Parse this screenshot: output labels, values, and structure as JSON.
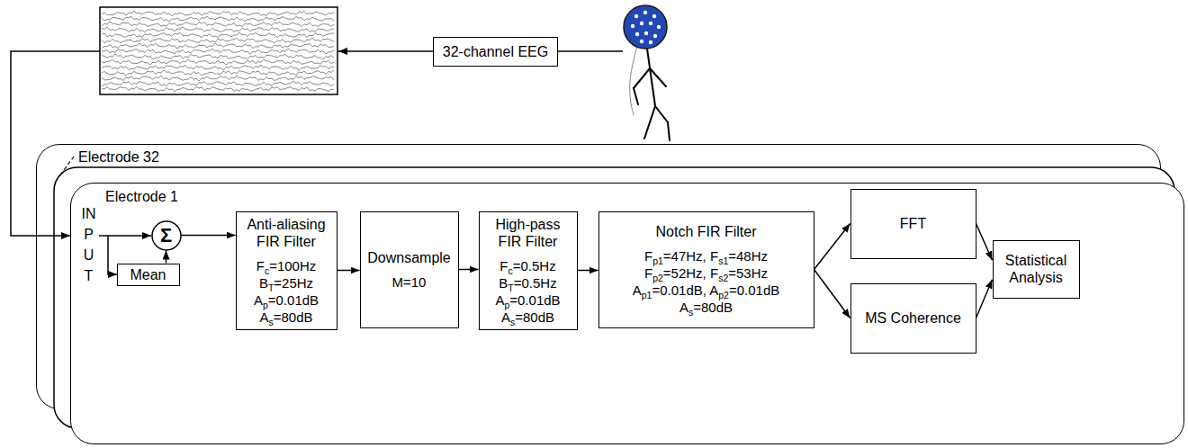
{
  "diagram": {
    "nodes": [
      {
        "text": [
          "32-channel EEG"
        ]
      },
      {
        "text": [
          "Electrode 32"
        ]
      },
      {
        "text": [
          "Electrode 1"
        ]
      },
      {
        "text": [
          "Σ"
        ],
        "in": 2
      },
      {
        "text": [
          "Mean"
        ],
        "in": 2
      },
      {
        "text": [
          "Anti-aliasing FIR Filter",
          "Fc=100Hz",
          "BT=25Hz",
          "Ap=0.01dB",
          "As=80dB"
        ],
        "in": 2
      },
      {
        "text": [
          "Downsample",
          "M=10"
        ],
        "in": 2
      },
      {
        "text": [
          "High-pass FIR Filter",
          "Fc=0.5Hz",
          "BT=0.5Hz",
          "Ap=0.01dB",
          "As=80dB"
        ],
        "in": 2
      },
      {
        "text": [
          "Notch FIR Filter",
          "Fp1=47Hz, Fs1=48Hz",
          "Fp2=52Hz, Fs2=53Hz",
          "Ap1=0.01dB, Ap2=0.01dB",
          "As=80dB"
        ],
        "in": 2
      },
      {
        "text": [
          "FFT"
        ],
        "in": 2
      },
      {
        "text": [
          "MS Coherence"
        ],
        "in": 2
      },
      {
        "text": [
          "Statistical Analysis"
        ],
        "in": 2
      }
    ],
    "edges": [
      {
        "from": 4,
        "to": 3,
        "arrow": "to"
      },
      {
        "from": 3,
        "to": 5,
        "arrow": "to"
      },
      {
        "from": 5,
        "to": 6,
        "arrow": "to"
      },
      {
        "from": 6,
        "to": 7,
        "arrow": "to"
      },
      {
        "from": 7,
        "to": 8,
        "arrow": "to"
      },
      {
        "from": 8,
        "to": 9,
        "arrow": "to"
      },
      {
        "from": 8,
        "to": 10,
        "arrow": "to"
      },
      {
        "from": 9,
        "to": 11,
        "arrow": "to"
      },
      {
        "from": 10,
        "to": 11,
        "arrow": "to"
      }
    ],
    "labels": [
      "INPUT"
    ]
  }
}
